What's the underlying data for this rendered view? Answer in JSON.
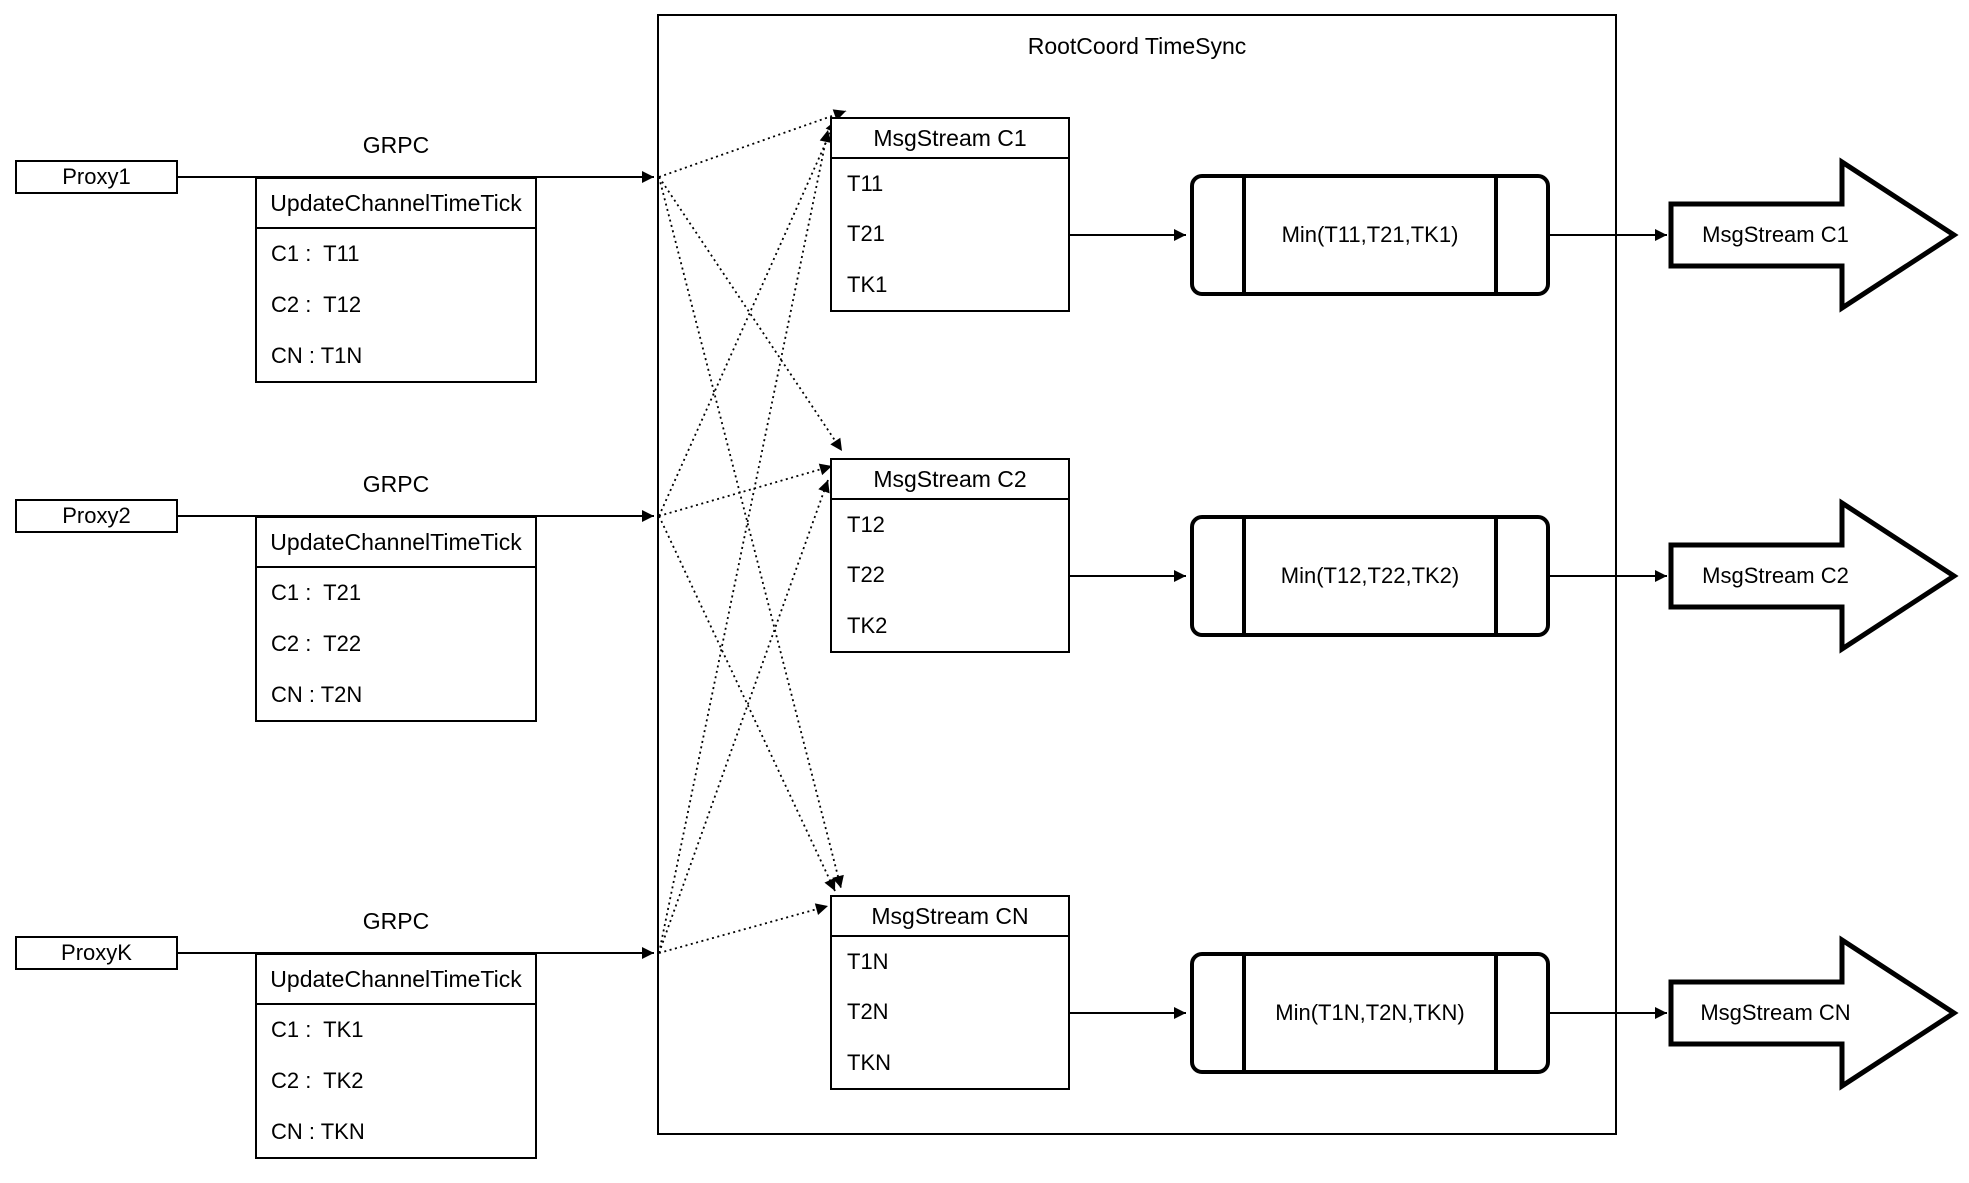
{
  "rootcoord": {
    "title": "RootCoord TimeSync"
  },
  "proxies": [
    {
      "name": "Proxy1",
      "grpc": "GRPC",
      "tick_header": "UpdateChannelTimeTick",
      "rows": [
        "C1 :  T11",
        "C2 :  T12",
        "CN : T1N"
      ]
    },
    {
      "name": "Proxy2",
      "grpc": "GRPC",
      "tick_header": "UpdateChannelTimeTick",
      "rows": [
        "C1 :  T21",
        "C2 :  T22",
        "CN : T2N"
      ]
    },
    {
      "name": "ProxyK",
      "grpc": "GRPC",
      "tick_header": "UpdateChannelTimeTick",
      "rows": [
        "C1 :  TK1",
        "C2 :  TK2",
        "CN : TKN"
      ]
    }
  ],
  "streams": [
    {
      "title": "MsgStream C1",
      "rows": [
        "T11",
        "T21",
        "TK1"
      ],
      "min": "Min(T11,T21,TK1)",
      "out": "MsgStream C1"
    },
    {
      "title": "MsgStream C2",
      "rows": [
        "T12",
        "T22",
        "TK2"
      ],
      "min": "Min(T12,T22,TK2)",
      "out": "MsgStream C2"
    },
    {
      "title": "MsgStream CN",
      "rows": [
        "T1N",
        "T2N",
        "TKN"
      ],
      "min": "Min(T1N,T2N,TKN)",
      "out": "MsgStream CN"
    }
  ],
  "colors": {
    "stroke": "#000000",
    "background": "#ffffff"
  }
}
